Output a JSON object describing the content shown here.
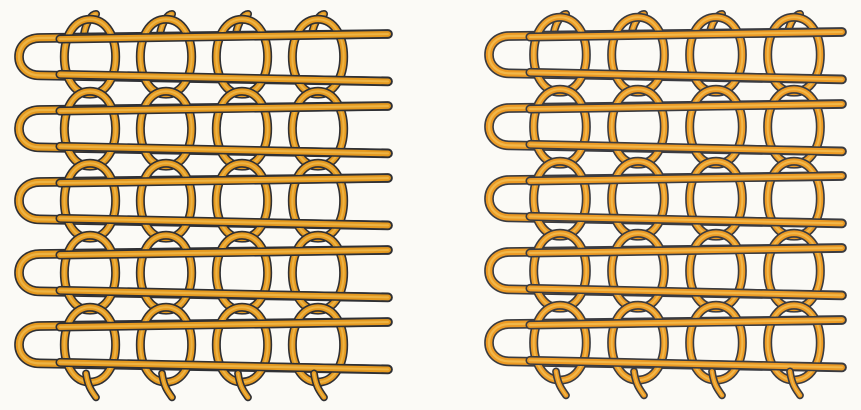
{
  "figure": {
    "background": "#fbfaf6",
    "panels": [
      {
        "id": "left",
        "description_free": true,
        "colors": {
          "fill": "#e5991f",
          "outline": "#2f3034",
          "highlight": "#f3c862"
        }
      },
      {
        "id": "right",
        "description_free": true,
        "colors": {
          "fill": "#ec9a24",
          "outline": "#3a3b40",
          "highlight": "#f6cf6a"
        }
      }
    ],
    "rows": 5,
    "columns": 4
  }
}
